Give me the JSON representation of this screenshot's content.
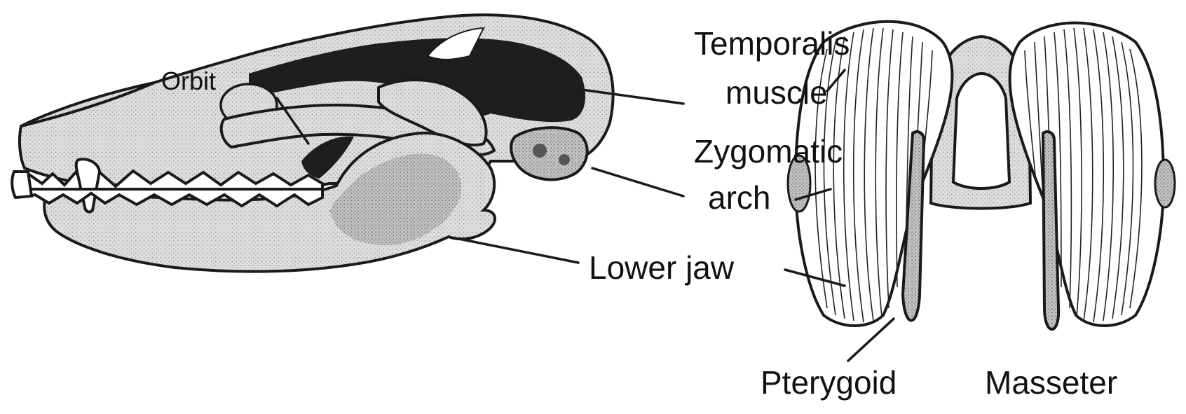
{
  "labels": {
    "orbit": "Orbit",
    "temporalis_line1": "Temporalis",
    "temporalis_line2": "muscle",
    "zygomatic_line1": "Zygomatic",
    "zygomatic_line2": "arch",
    "lower_jaw": "Lower jaw",
    "pterygoid": "Pterygoid",
    "masseter": "Masseter"
  },
  "colors": {
    "bone_fill": "#d9d9d9",
    "bone_shade": "#bdbdbd",
    "muscle_dark": "#1e1e1e",
    "ink": "#1a1a1a",
    "teeth": "#ffffff"
  }
}
